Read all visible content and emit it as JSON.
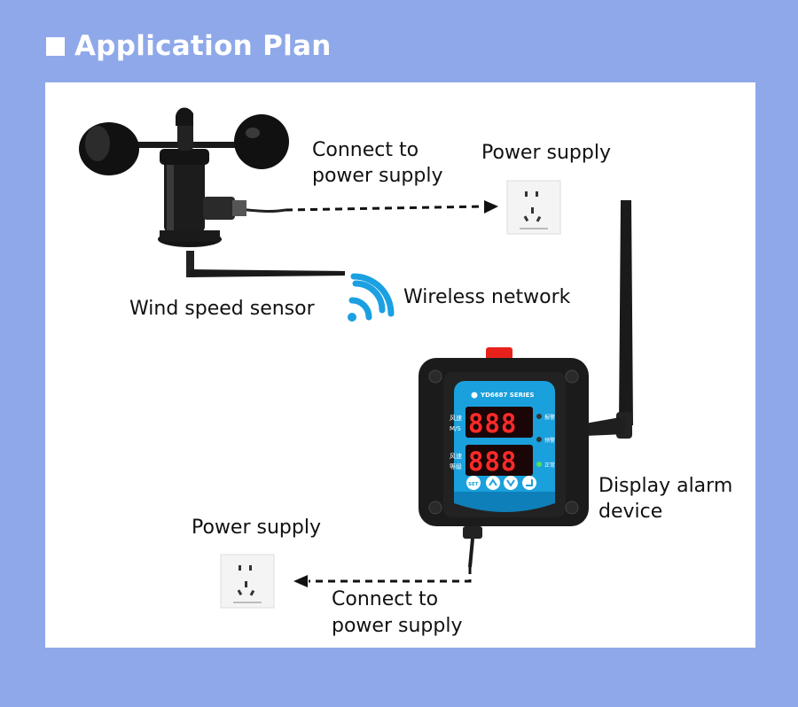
{
  "title": "Application Plan",
  "labels": {
    "connect_top_1": "Connect to",
    "connect_top_2": "power supply",
    "power_supply_top": "Power supply",
    "wind_sensor": "Wind speed sensor",
    "wireless": "Wireless network",
    "display_1": "Display alarm",
    "display_2": "device",
    "power_supply_bottom": "Power supply",
    "connect_bottom_1": "Connect to",
    "connect_bottom_2": "power supply"
  },
  "device": {
    "series": "YD6687 SERIES",
    "row1_label_1": "风速",
    "row1_label_2": "M/S",
    "row2_label_1": "风速",
    "row2_label_2": "等级",
    "digits_1": "888",
    "digits_2": "888",
    "led_1": "报警",
    "led_2": "预警",
    "led_3": "正常",
    "btn_set": "SET"
  },
  "colors": {
    "background": "#8ea8e9",
    "panel": "#ffffff",
    "device_screen": "#1aa0dc",
    "digit_red": "#ff2a2a",
    "wifi": "#1ba0e2"
  },
  "icons": [
    "anemometer-icon",
    "socket-icon",
    "wifi-icon",
    "antenna-icon",
    "alarm-device-icon",
    "arrow-icon"
  ]
}
